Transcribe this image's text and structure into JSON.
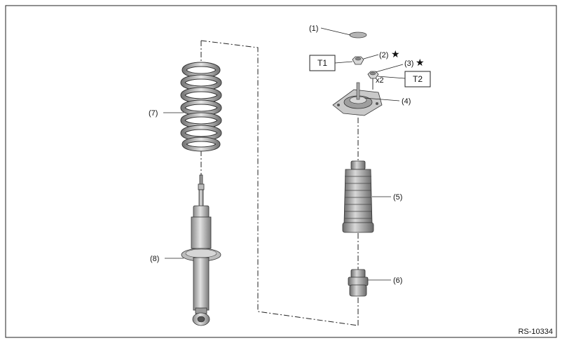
{
  "diagram": {
    "reference_code": "RS-10334",
    "parts": [
      {
        "id": "1",
        "label": "(1)"
      },
      {
        "id": "2",
        "label": "(2)",
        "star": "★"
      },
      {
        "id": "3",
        "label": "(3)",
        "star": "★"
      },
      {
        "id": "4",
        "label": "(4)"
      },
      {
        "id": "5",
        "label": "(5)"
      },
      {
        "id": "6",
        "label": "(6)"
      },
      {
        "id": "7",
        "label": "(7)"
      },
      {
        "id": "8",
        "label": "(8)"
      }
    ],
    "torque_boxes": [
      {
        "id": "T1",
        "label": "T1"
      },
      {
        "id": "T2",
        "label": "T2"
      }
    ],
    "quantity_note": "x2"
  }
}
